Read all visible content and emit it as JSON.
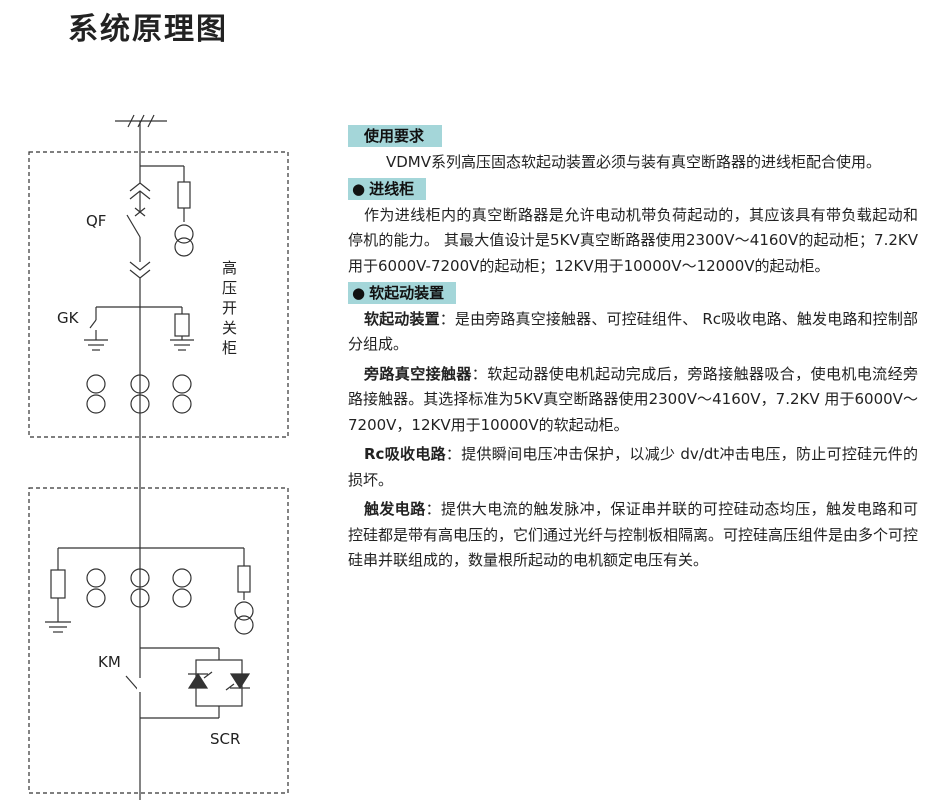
{
  "title": "系统原理图",
  "diagram": {
    "label_qf": "QF",
    "label_gk": "GK",
    "label_km": "KM",
    "label_scr": "SCR",
    "label_hv_switch_chars": [
      "高",
      "压",
      "开",
      "关",
      "柜"
    ]
  },
  "usage": {
    "heading": "使用要求",
    "text": "VDMV系列高压固态软起动装置必须与装有真空断路器的进线柜配合使用。"
  },
  "incoming": {
    "bullet": "●",
    "heading": "进线柜",
    "text": "作为进线柜内的真空断路器是允许电动机带负荷起动的，其应该具有带负载起动和停机的能力。 其最大值设计是5KV真空断路器使用2300V～4160V的起动柜；7.2KV用于6000V-7200V的起动柜；12KV用于10000V～12000V的起动柜。"
  },
  "softstart": {
    "bullet": "●",
    "heading": "软起动装置",
    "items": [
      {
        "term": "软起动装置",
        "text": "：是由旁路真空接触器、可控硅组件、 Rc吸收电路、触发电路和控制部分组成。"
      },
      {
        "term": "旁路真空接触器",
        "text": "：软起动器使电机起动完成后，旁路接触器吸合，使电机电流经旁路接触器。其选择标准为5KV真空断路器使用2300V～4160V，7.2KV 用于6000V～7200V，12KV用于10000V的软起动柜。"
      },
      {
        "term": "Rc吸收电路",
        "text": "：提供瞬间电压冲击保护，以减少 dv/dt冲击电压，防止可控硅元件的损坏。"
      },
      {
        "term": "触发电路",
        "text": "：提供大电流的触发脉冲，保证串并联的可控硅动态均压，触发电路和可控硅都是带有高电压的，它们通过光纤与控制板相隔离。可控硅高压组件是由多个可控硅串并联组成的，数量根所起动的电机额定电压有关。"
      }
    ]
  }
}
